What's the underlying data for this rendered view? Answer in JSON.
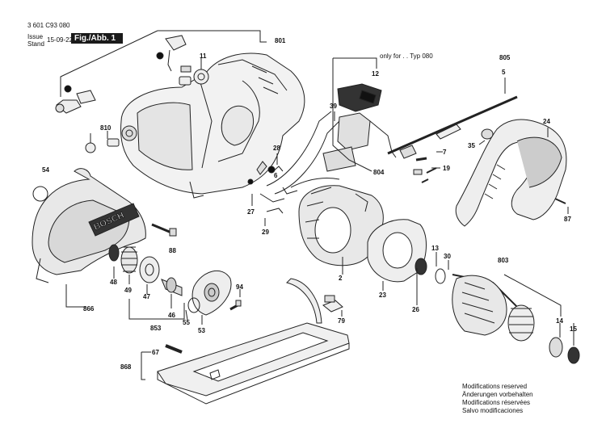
{
  "header": {
    "part_number": "3 601 C93 080",
    "issue_label": "Issue",
    "stand_label": "Stand",
    "date": "15-09-22",
    "figure": "Fig./Abb. 1"
  },
  "variant_note": "only for . . Typ 080",
  "brand_mark": "BOSCH",
  "part_labels": [
    "801",
    "11",
    "810",
    "54",
    "88",
    "48",
    "866",
    "49",
    "47",
    "46",
    "853",
    "55",
    "53",
    "94",
    "28",
    "6",
    "27",
    "29",
    "39",
    "12",
    "804",
    "2",
    "23",
    "26",
    "79",
    "67",
    "868",
    "805",
    "5",
    "24",
    "35",
    "7",
    "19",
    "87",
    "13",
    "30",
    "803",
    "14",
    "15"
  ],
  "modifications": [
    "Modifications reserved",
    "Änderungen vorbehalten",
    "Modifications réservées",
    "Salvo modificaciones"
  ]
}
